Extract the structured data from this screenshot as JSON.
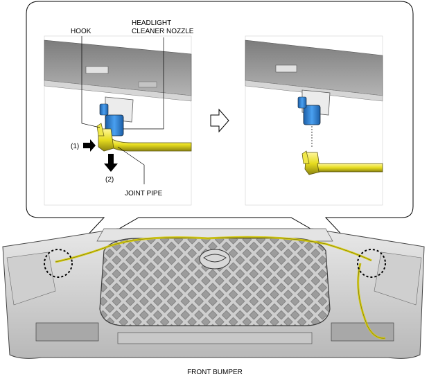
{
  "labels": {
    "hook": "HOOK",
    "nozzle_line1": "HEADLIGHT",
    "nozzle_line2": "CLEANER NOZZLE",
    "step1": "(1)",
    "step2": "(2)",
    "joint_pipe": "JOINT PIPE",
    "front_bumper": "FRONT BUMPER"
  },
  "colors": {
    "hose": "#e6dc1e",
    "hose_dark": "#8c8410",
    "nozzle_blue": "#2a7fd0",
    "bumper_light": "#dcdcdc",
    "bumper_dark": "#8a8a8a",
    "panel_gray": "#9a9a9a"
  }
}
